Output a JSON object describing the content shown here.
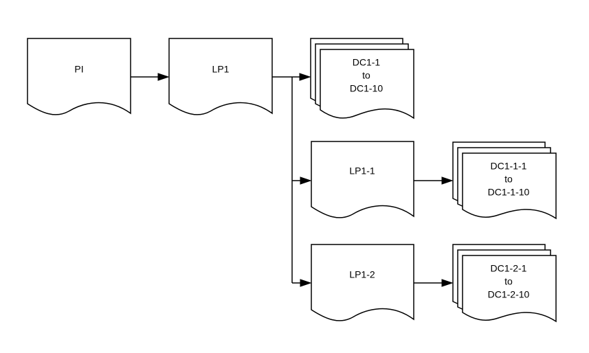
{
  "diagram": {
    "nodes": {
      "pi": {
        "label": "PI"
      },
      "lp1": {
        "label": "LP1"
      },
      "dc1": {
        "line1": "DC1-1",
        "line2": "to",
        "line3": "DC1-10"
      },
      "lp1_1": {
        "label": "LP1-1"
      },
      "dc1_1": {
        "line1": "DC1-1-1",
        "line2": "to",
        "line3": "DC1-1-10"
      },
      "lp1_2": {
        "label": "LP1-2"
      },
      "dc1_2": {
        "line1": "DC1-2-1",
        "line2": "to",
        "line3": "DC1-2-10"
      }
    },
    "edges": [
      {
        "from": "PI",
        "to": "LP1"
      },
      {
        "from": "LP1",
        "to": "DC1-1 to DC1-10"
      },
      {
        "from": "LP1",
        "to": "LP1-1"
      },
      {
        "from": "LP1",
        "to": "LP1-2"
      },
      {
        "from": "LP1-1",
        "to": "DC1-1-1 to DC1-1-10"
      },
      {
        "from": "LP1-2",
        "to": "DC1-2-1 to DC1-2-10"
      }
    ]
  }
}
